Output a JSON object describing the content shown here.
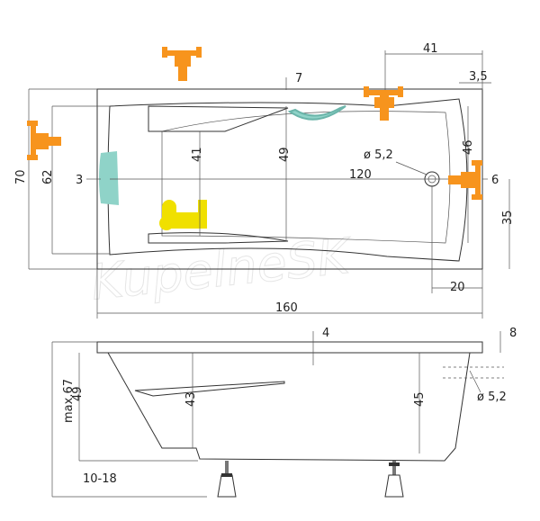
{
  "top_view": {
    "dims": {
      "overall_length": "160",
      "overall_width": "70",
      "inner_width": "62",
      "rim_top": "7",
      "drain_offset": "41",
      "corner": "3,5",
      "drain_height": "41",
      "center_depth": "49",
      "inner_length": "120",
      "drain_diameter": "ø 5,2",
      "right_depth": "46",
      "side_right": "6",
      "drain_center_height": "35",
      "drain_from_end": "20",
      "headrest": "3"
    }
  },
  "side_view": {
    "dims": {
      "rim": "4",
      "rim_right": "8",
      "outer_height": "49",
      "seat_depth": "43",
      "inner_depth": "45",
      "overflow": "ø 5,2",
      "max_height": "max.67",
      "legs": "10-18"
    }
  },
  "watermark": "KupelneSK",
  "colors": {
    "faucet": "#f7941d",
    "headrest": "#8fd3c8",
    "pump": "#f0e000"
  }
}
